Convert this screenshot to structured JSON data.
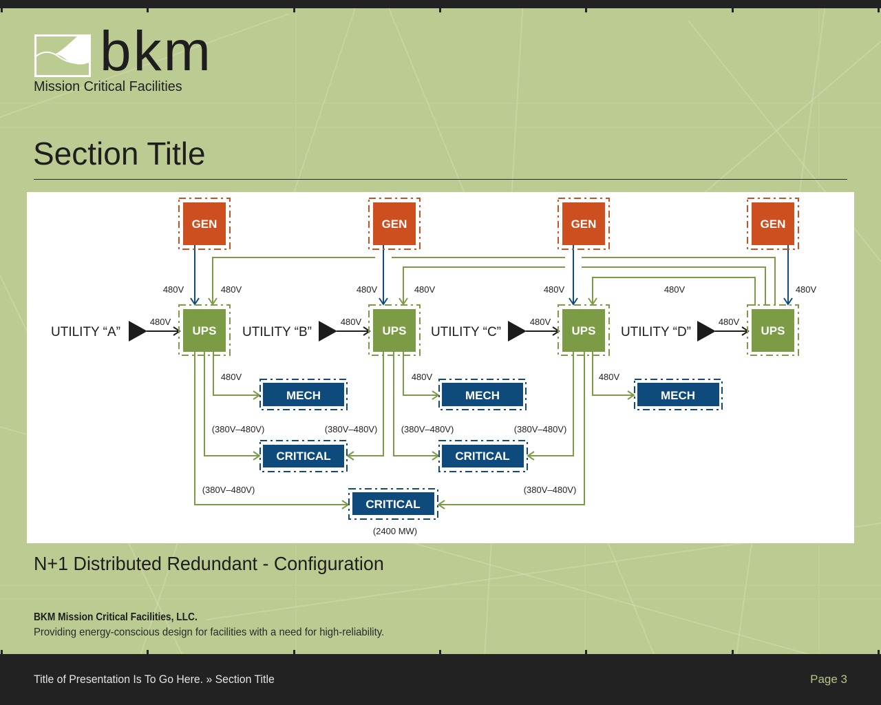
{
  "colors": {
    "page_bg": "#bccb92",
    "bar": "#222222",
    "generator": "#cd4f1f",
    "ups": "#7b9b45",
    "load": "#0e4a7c",
    "gen_feed": "#0e4a7c",
    "ups_feed": "#7b9b45",
    "utility": "#1c1c1c",
    "page_number": "#b5c589"
  },
  "logo": {
    "icon": "wave-square-logo-icon",
    "wordmark": "bkm",
    "tagline": "Mission Critical Facilities"
  },
  "section_title": "Section Title",
  "caption": "N+1 Distributed Redundant - Configuration",
  "company": {
    "name": "BKM Mission Critical Facilities, LLC.",
    "description": "Providing energy-conscious design for facilities with a need for high-reliability."
  },
  "footer": {
    "breadcrumb": "Title of Presentation Is To Go Here. » Section Title",
    "page": "Page 3"
  },
  "diagram": {
    "generators": [
      {
        "label": "GEN",
        "feed_voltage": "480V"
      },
      {
        "label": "GEN",
        "feed_voltage": "480V"
      },
      {
        "label": "GEN",
        "feed_voltage": "480V"
      },
      {
        "label": "GEN",
        "feed_voltage": "480V"
      }
    ],
    "ups": [
      {
        "label": "UPS"
      },
      {
        "label": "UPS"
      },
      {
        "label": "UPS"
      },
      {
        "label": "UPS"
      }
    ],
    "utilities": [
      {
        "label": "UTILITY “A”",
        "feed_voltage": "480V"
      },
      {
        "label": "UTILITY “B”",
        "feed_voltage": "480V"
      },
      {
        "label": "UTILITY “C”",
        "feed_voltage": "480V"
      },
      {
        "label": "UTILITY “D”",
        "feed_voltage": "480V"
      }
    ],
    "cross_feeds": [
      {
        "voltage": "480V"
      },
      {
        "voltage": "480V"
      },
      {
        "voltage": "480V"
      }
    ],
    "mech": [
      {
        "label": "MECH",
        "feed_voltage": "480V"
      },
      {
        "label": "MECH",
        "feed_voltage": "480V"
      },
      {
        "label": "MECH",
        "feed_voltage": "480V"
      }
    ],
    "critical": [
      {
        "label": "CRITICAL",
        "feed_voltages": [
          "(380V–480V)",
          "(380V–480V)"
        ]
      },
      {
        "label": "CRITICAL",
        "feed_voltages": [
          "(380V–480V)",
          "(380V–480V)"
        ]
      },
      {
        "label": "CRITICAL",
        "feed_voltages": [
          "(380V–480V)",
          "(380V–480V)"
        ],
        "capacity": "(2400 MW)"
      }
    ],
    "connections": [
      {
        "from": "UTILITY “A”",
        "to": "UPS 1",
        "voltage": "480V"
      },
      {
        "from": "UTILITY “B”",
        "to": "UPS 2",
        "voltage": "480V"
      },
      {
        "from": "UTILITY “C”",
        "to": "UPS 3",
        "voltage": "480V"
      },
      {
        "from": "UTILITY “D”",
        "to": "UPS 4",
        "voltage": "480V"
      },
      {
        "from": "GEN 1",
        "to": "UPS 1",
        "voltage": "480V"
      },
      {
        "from": "GEN 2",
        "to": "UPS 2",
        "voltage": "480V"
      },
      {
        "from": "GEN 3",
        "to": "UPS 3",
        "voltage": "480V"
      },
      {
        "from": "GEN 4",
        "to": "UPS 4",
        "voltage": "480V"
      },
      {
        "from": "UPS 4",
        "to": "UPS 1",
        "voltage": "480V"
      },
      {
        "from": "UPS 4",
        "to": "UPS 2",
        "voltage": "480V"
      },
      {
        "from": "UPS 4",
        "to": "UPS 3",
        "voltage": "480V"
      },
      {
        "from": "UPS 1",
        "to": "MECH 1",
        "voltage": "480V"
      },
      {
        "from": "UPS 2",
        "to": "MECH 2",
        "voltage": "480V"
      },
      {
        "from": "UPS 3",
        "to": "MECH 3",
        "voltage": "480V"
      },
      {
        "from": "UPS 1",
        "to": "CRITICAL 1",
        "voltage": "(380V–480V)"
      },
      {
        "from": "UPS 2",
        "to": "CRITICAL 1",
        "voltage": "(380V–480V)"
      },
      {
        "from": "UPS 2",
        "to": "CRITICAL 2",
        "voltage": "(380V–480V)"
      },
      {
        "from": "UPS 3",
        "to": "CRITICAL 2",
        "voltage": "(380V–480V)"
      },
      {
        "from": "UPS 1",
        "to": "CRITICAL 3",
        "voltage": "(380V–480V)"
      },
      {
        "from": "UPS 3",
        "to": "CRITICAL 3",
        "voltage": "(380V–480V)"
      }
    ]
  }
}
